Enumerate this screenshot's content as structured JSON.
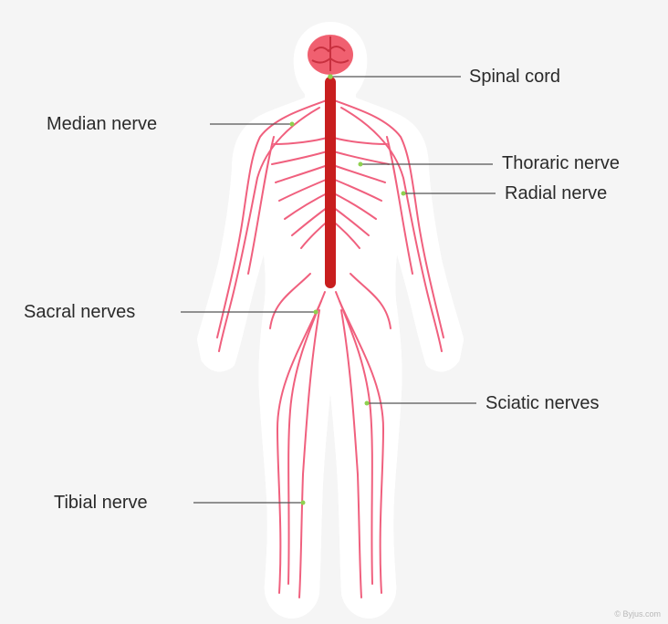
{
  "diagram": {
    "labels": {
      "spinal_cord": "Spinal cord",
      "median_nerve": "Median nerve",
      "thoracic_nerve": "Thoraric nerve",
      "radial_nerve": "Radial nerve",
      "sacral_nerves": "Sacral nerves",
      "sciatic_nerves": "Sciatic nerves",
      "tibial_nerve": "Tibial nerve"
    },
    "watermark": "© Byjus.com"
  },
  "colors": {
    "background": "#f5f5f5",
    "body_fill": "#3a3a3a",
    "body_outline": "#ffffff",
    "nerve": "#f0607e",
    "spinal_cord": "#c81e1e",
    "brain": "#f06070",
    "leader_line": "#555555",
    "marker": "#8fd14f"
  }
}
